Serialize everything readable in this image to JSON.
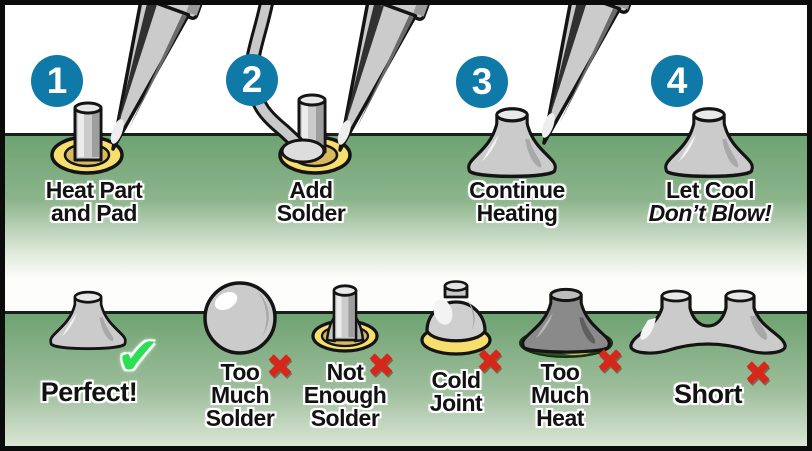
{
  "colors": {
    "accent_blue": "#0f79a7",
    "board_green": "#6fa372",
    "pad_yellow": "#f6de6f",
    "x_red": "#d6281a",
    "check_green": "#2bdf55",
    "burnt_green": "#2f5429",
    "solder_gray": "#cbcbcb",
    "outline_black": "#141414"
  },
  "steps": [
    {
      "number": "1",
      "label_lines": [
        "Heat Part",
        "and Pad"
      ]
    },
    {
      "number": "2",
      "label_lines": [
        "Add",
        "Solder"
      ]
    },
    {
      "number": "3",
      "label_lines": [
        "Continue",
        "Heating"
      ]
    },
    {
      "number": "4",
      "label_lines": [
        "Let Cool"
      ],
      "italic_line": "Don’t Blow!"
    }
  ],
  "results": [
    {
      "label_lines": [
        "Perfect!"
      ],
      "status": "good"
    },
    {
      "label_lines": [
        "Too",
        "Much",
        "Solder"
      ],
      "status": "bad"
    },
    {
      "label_lines": [
        "Not",
        "Enough",
        "Solder"
      ],
      "status": "bad"
    },
    {
      "label_lines": [
        "Cold",
        "Joint"
      ],
      "status": "bad"
    },
    {
      "label_lines": [
        "Too",
        "Much",
        "Heat"
      ],
      "status": "bad"
    },
    {
      "label_lines": [
        "Short"
      ],
      "status": "bad"
    }
  ],
  "icons": {
    "check": "✔",
    "cross": "✖"
  }
}
